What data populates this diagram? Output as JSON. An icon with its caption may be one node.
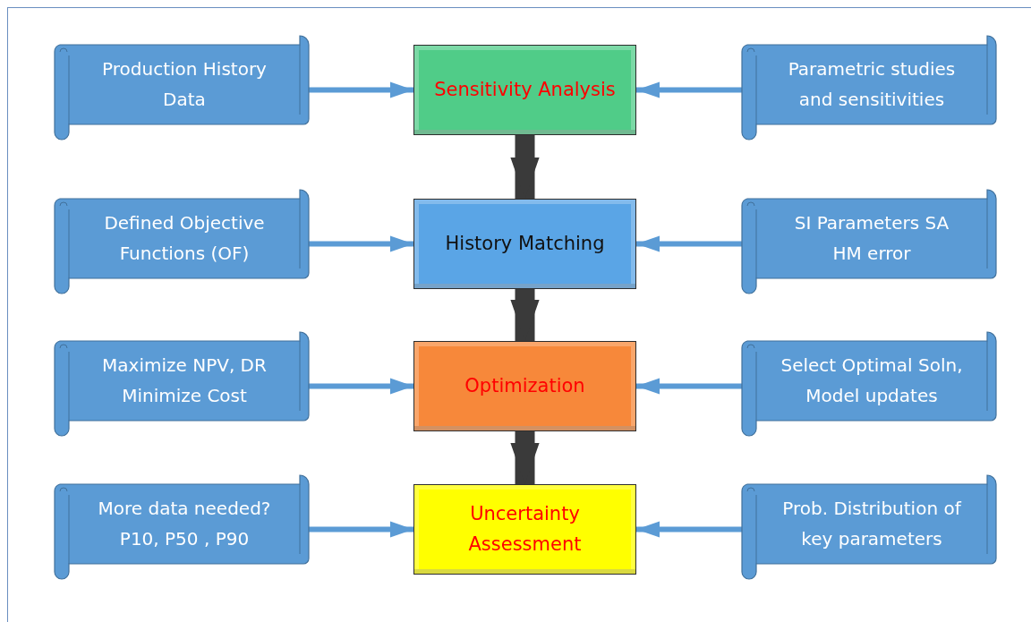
{
  "diagram": {
    "nodes": [
      {
        "text": [
          "Production History Data"
        ]
      },
      {
        "text": [
          "Sensitivity Analysis"
        ]
      },
      {
        "text": [
          "Parametric studies and sensitivities"
        ]
      },
      {
        "text": [
          "Defined Objective Functions  (OF)"
        ]
      },
      {
        "text": [
          "History Matching"
        ]
      },
      {
        "text": [
          "SI Parameters SA HM error"
        ]
      },
      {
        "text": [
          "Maximize NPV, DR Minimize Cost"
        ]
      },
      {
        "text": [
          "Optimization"
        ]
      },
      {
        "text": [
          "Select Optimal Soln, Model updates"
        ]
      },
      {
        "text": [
          "More data needed? P10, P50 , P90"
        ]
      },
      {
        "text": [
          "Uncertainty Assessment"
        ]
      },
      {
        "text": [
          "Prob. Distribution of key parameters"
        ]
      }
    ],
    "edges": [
      {
        "from": 0,
        "to": 1,
        "arrow": "to"
      },
      {
        "from": 2,
        "to": 1,
        "arrow": "to"
      },
      {
        "from": 1,
        "to": 4,
        "arrow": "to",
        "style": "thick",
        "color": "#3a3a3a"
      },
      {
        "from": 3,
        "to": 4,
        "arrow": "to"
      },
      {
        "from": 5,
        "to": 4,
        "arrow": "to"
      },
      {
        "from": 4,
        "to": 7,
        "arrow": "to",
        "style": "thick",
        "color": "#3a3a3a"
      },
      {
        "from": 6,
        "to": 7,
        "arrow": "to"
      },
      {
        "from": 8,
        "to": 7,
        "arrow": "to"
      },
      {
        "from": 7,
        "to": 10,
        "arrow": "to",
        "style": "thick",
        "color": "#3a3a3a"
      },
      {
        "from": 9,
        "to": 10,
        "arrow": "to"
      },
      {
        "from": 11,
        "to": 10,
        "arrow": "to"
      }
    ]
  }
}
